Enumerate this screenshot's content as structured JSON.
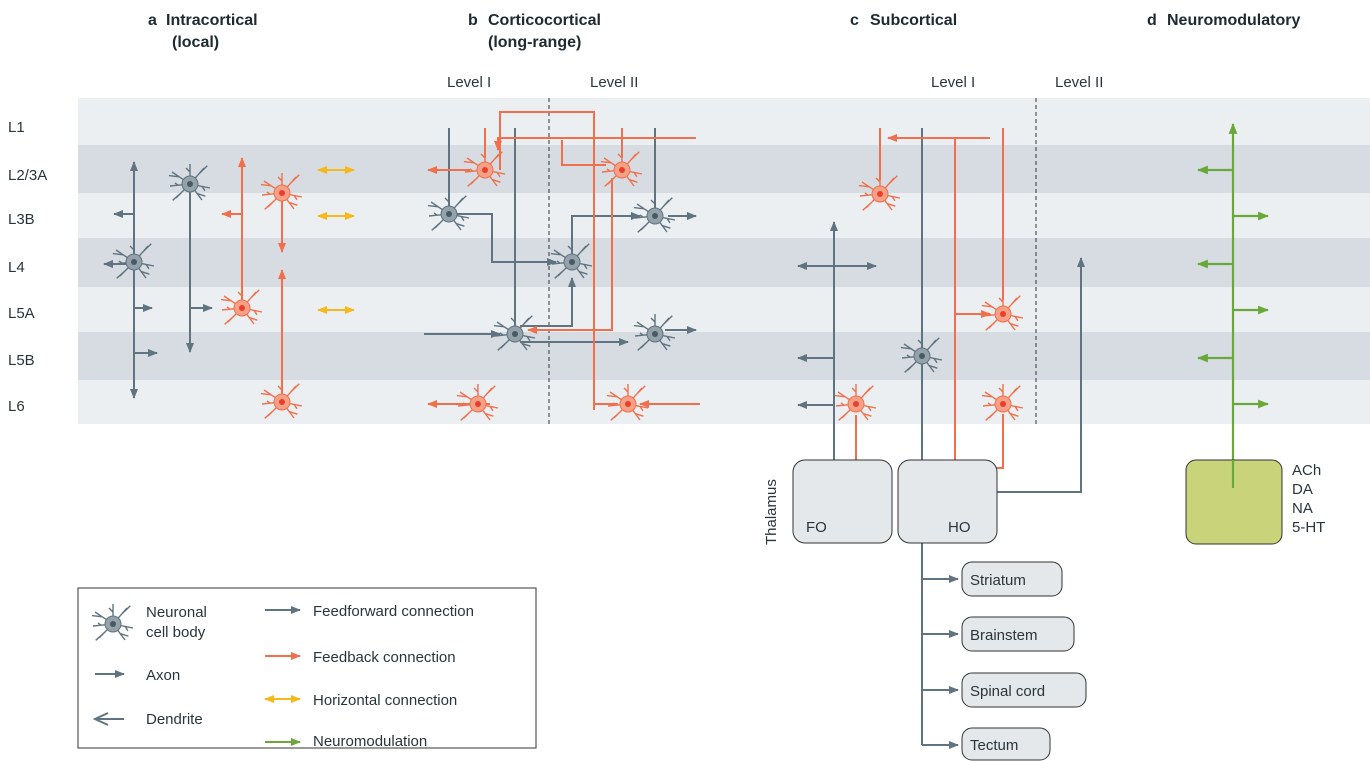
{
  "colors": {
    "feedforward": "#5f7480",
    "feedback": "#f0704d",
    "horizontal": "#f6b81a",
    "neuromodulation": "#6aa83c",
    "band_light": "#eceff2",
    "band_dark": "#d6dce1",
    "box_fill": "#e4e8eb",
    "neuromod_box": "#c9d37a"
  },
  "panels": {
    "a": {
      "letter": "a",
      "line1": "Intracortical",
      "line2": "(local)"
    },
    "b": {
      "letter": "b",
      "line1": "Corticocortical",
      "line2": "(long-range)"
    },
    "c": {
      "letter": "c",
      "line1": "Subcortical",
      "line2": ""
    },
    "d": {
      "letter": "d",
      "line1": "Neuromodulatory",
      "line2": ""
    }
  },
  "levels": {
    "b_level1": "Level I",
    "b_level2": "Level II",
    "c_level1": "Level I",
    "c_level2": "Level II"
  },
  "layers": [
    "L1",
    "L2/3A",
    "L3B",
    "L4",
    "L5A",
    "L5B",
    "L6"
  ],
  "thalamus": {
    "label": "Thalamus",
    "fo": "FO",
    "ho": "HO"
  },
  "targets": [
    "Striatum",
    "Brainstem",
    "Spinal cord",
    "Tectum"
  ],
  "neuromodulators": [
    "ACh",
    "DA",
    "NA",
    "5-HT"
  ],
  "legend": {
    "cell_body_line1": "Neuronal",
    "cell_body_line2": "cell body",
    "axon": "Axon",
    "dendrite": "Dendrite",
    "feedforward": "Feedforward connection",
    "feedback": "Feedback connection",
    "horizontal": "Horizontal connection",
    "neuromodulation": "Neuromodulation"
  }
}
